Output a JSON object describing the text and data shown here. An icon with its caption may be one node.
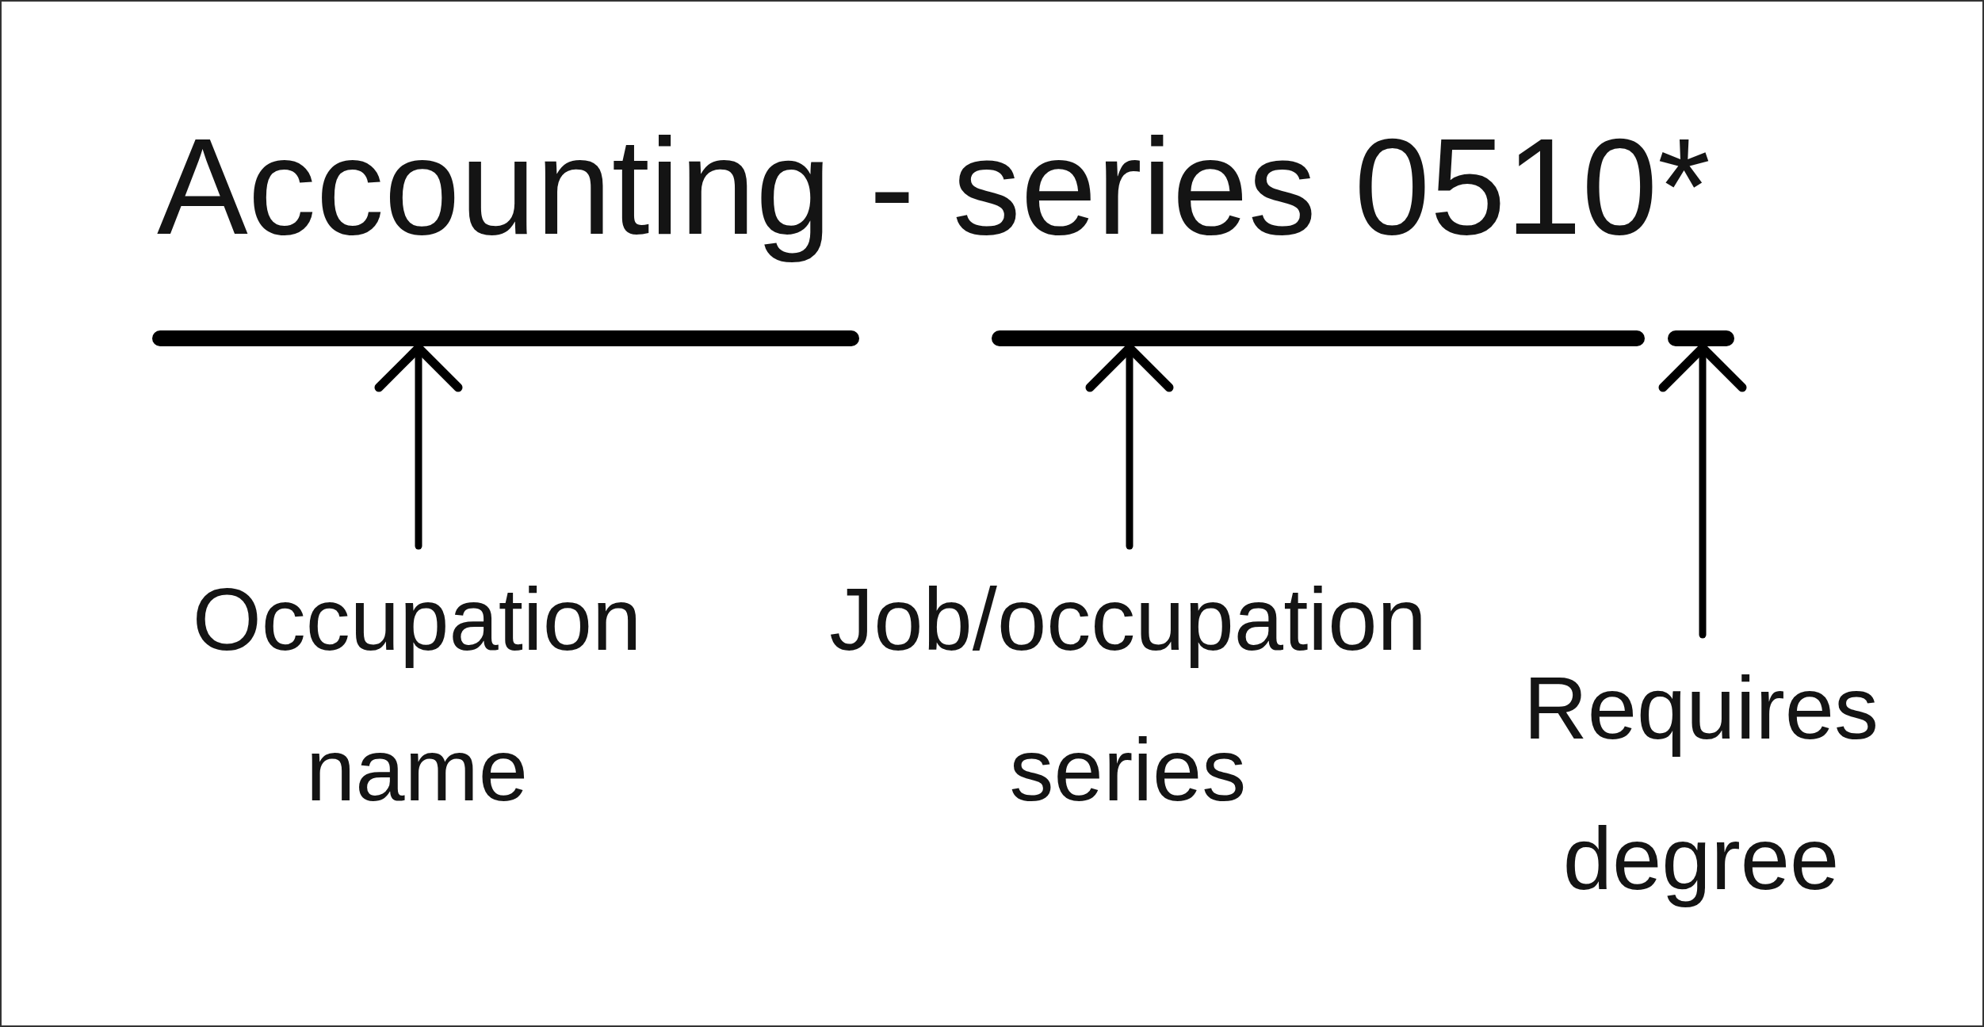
{
  "diagram": {
    "nodes": [
      {
        "text": [],
        "shape": "bar"
      },
      {
        "text": [],
        "shape": "bar"
      },
      {
        "text": [],
        "shape": "bar"
      },
      {
        "text": [
          "Occupation name"
        ]
      },
      {
        "text": [
          "Job/occupation series"
        ]
      },
      {
        "text": [
          "Requires degree"
        ]
      }
    ],
    "edges": [
      {
        "from": 3,
        "to": 0,
        "arrow": "to"
      },
      {
        "from": 4,
        "to": 1,
        "arrow": "to"
      },
      {
        "from": 5,
        "to": 2,
        "arrow": "to"
      }
    ],
    "labels": [
      "Accounting - series 0510*"
    ]
  }
}
